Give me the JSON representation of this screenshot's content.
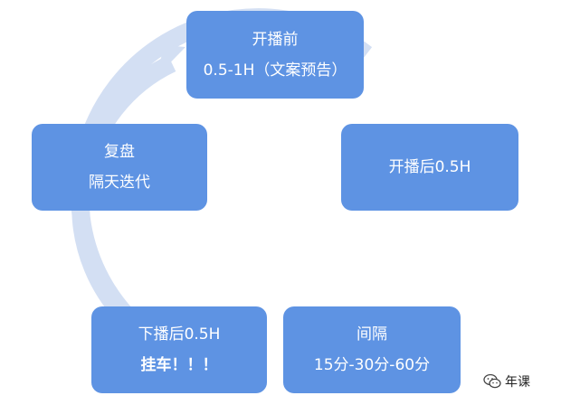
{
  "colors": {
    "node_fill": "#5e93e3",
    "ring": "#d3dff3",
    "text": "#ffffff"
  },
  "nodes": {
    "start": {
      "line1": "开播前",
      "line2": "0.5-1H（文案预告）"
    },
    "after": {
      "line1": "开播后0.5H"
    },
    "interval": {
      "line1": "间隔",
      "line2": "15分-30分-60分"
    },
    "down": {
      "line1": "下播后0.5H",
      "line2": "挂车！！！"
    },
    "review": {
      "line1": "复盘",
      "line2": "隔天迭代"
    }
  },
  "watermark": {
    "icon": "wechat-icon",
    "text": "年课"
  }
}
